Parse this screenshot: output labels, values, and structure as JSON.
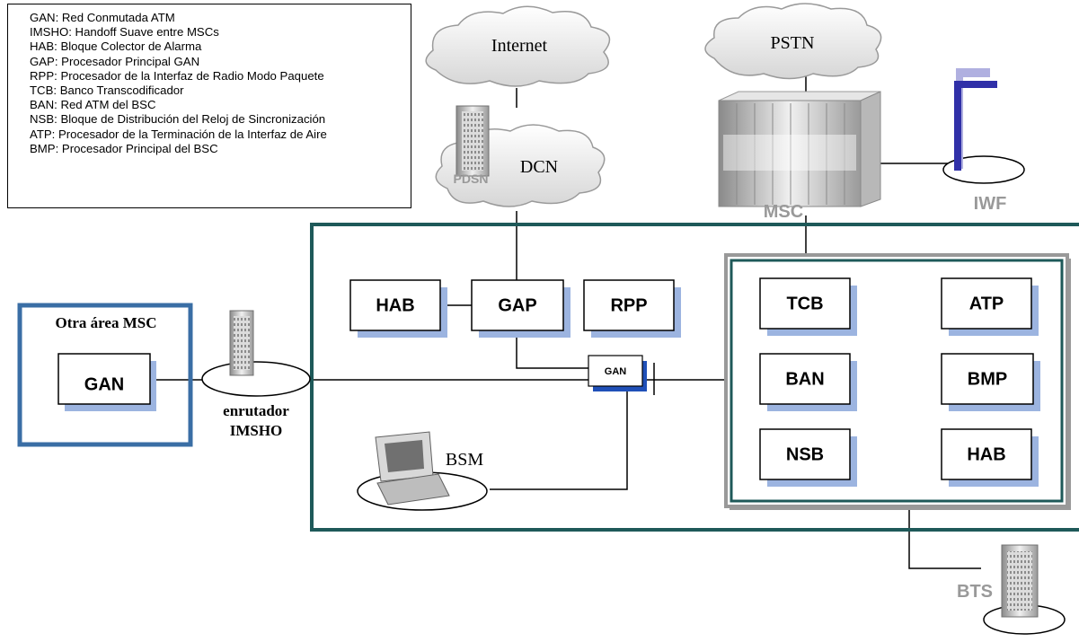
{
  "legend": [
    "GAN: Red Conmutada ATM",
    "IMSHO: Handoff Suave entre MSCs",
    "HAB: Bloque Colector de Alarma",
    "GAP: Procesador Principal GAN",
    "RPP: Procesador de la Interfaz de Radio Modo Paquete",
    "TCB: Banco Transcodificador",
    "BAN: Red ATM del BSC",
    "NSB: Bloque de Distribución del Reloj de Sincronización",
    "ATP: Procesador de la Terminación de la Interfaz de Aire",
    "BMP: Procesador Principal del BSC"
  ],
  "clouds": {
    "internet": "Internet",
    "pstn": "PSTN",
    "dcn": "DCN"
  },
  "equipment": {
    "pdsn": "PDSN",
    "msc": "MSC",
    "iwf": "IWF",
    "bts": "BTS",
    "bsm": "BSM"
  },
  "router": {
    "line1": "enrutador",
    "line2": "IMSHO"
  },
  "other_area": {
    "title": "Otra área MSC",
    "gan": "GAN"
  },
  "blocks": {
    "hab_left": "HAB",
    "gap": "GAP",
    "rpp": "RPP",
    "gan_small": "GAN",
    "tcb": "TCB",
    "atp": "ATP",
    "ban": "BAN",
    "bmp": "BMP",
    "nsb": "NSB",
    "hab_right": "HAB"
  },
  "colors": {
    "teal_frame": "#1e5959",
    "blue_frame": "#3a6ea5",
    "grey_frame": "#999999",
    "shadow": "#9cb4e0",
    "iwf_bar": "#3030a8"
  }
}
